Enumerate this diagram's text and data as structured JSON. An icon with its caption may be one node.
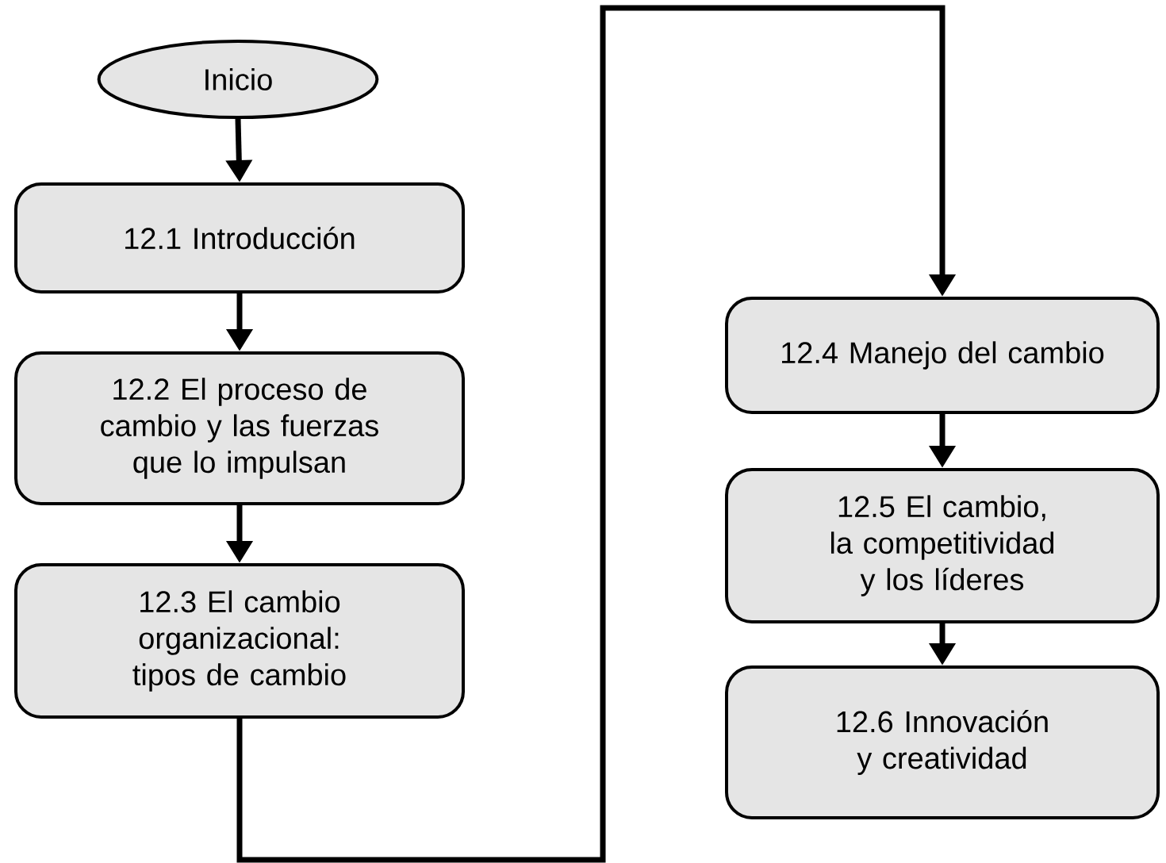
{
  "diagram": {
    "nodes": [
      {
        "text": [
          "Inicio"
        ]
      },
      {
        "text": [
          "12.1 Introducción"
        ]
      },
      {
        "text": [
          "12.2 El proceso de cambio y las fuerzas que lo impulsan"
        ]
      },
      {
        "text": [
          "12.3 El cambio organizacional: tipos de cambio"
        ]
      },
      {
        "text": [
          "12.4 Manejo del cambio"
        ]
      },
      {
        "text": [
          "12.5 El cambio, la competitividad y los líderes"
        ]
      },
      {
        "text": [
          "12.6 Innovación y creatividad"
        ]
      }
    ],
    "edges": [
      {
        "from": 0,
        "to": 1,
        "arrow": "to"
      },
      {
        "from": 1,
        "to": 2,
        "arrow": "to"
      },
      {
        "from": 2,
        "to": 3,
        "arrow": "to"
      },
      {
        "from": 3,
        "to": 4,
        "arrow": "to"
      },
      {
        "from": 4,
        "to": 5,
        "arrow": "to"
      },
      {
        "from": 5,
        "to": 6,
        "arrow": "to"
      }
    ]
  }
}
